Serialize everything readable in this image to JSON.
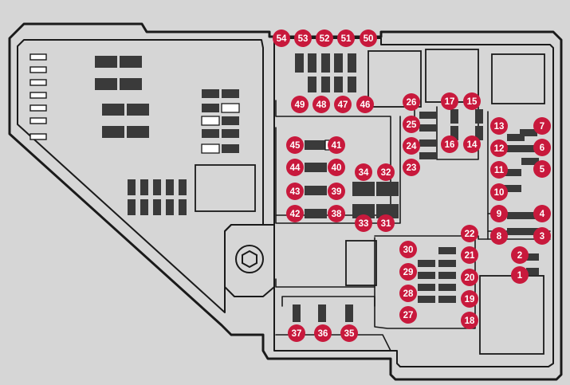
{
  "colors": {
    "background": "#d6d6d6",
    "outline": "#1a1a1a",
    "fuse_dark": "#3a3a3a",
    "fuse_light": "#ffffff",
    "badge": "#c8193c",
    "badge_text": "#ffffff"
  },
  "icons": {
    "mounting_bolt": "hexagon-bolt-icon"
  },
  "fuse_labels": [
    "1",
    "2",
    "3",
    "4",
    "5",
    "6",
    "7",
    "8",
    "9",
    "10",
    "11",
    "12",
    "13",
    "14",
    "15",
    "16",
    "17",
    "18",
    "19",
    "20",
    "21",
    "22",
    "23",
    "24",
    "25",
    "26",
    "27",
    "28",
    "29",
    "30",
    "31",
    "32",
    "33",
    "34",
    "35",
    "36",
    "37",
    "38",
    "39",
    "40",
    "41",
    "42",
    "43",
    "44",
    "45",
    "46",
    "47",
    "48",
    "49",
    "50",
    "51",
    "52",
    "53",
    "54"
  ]
}
